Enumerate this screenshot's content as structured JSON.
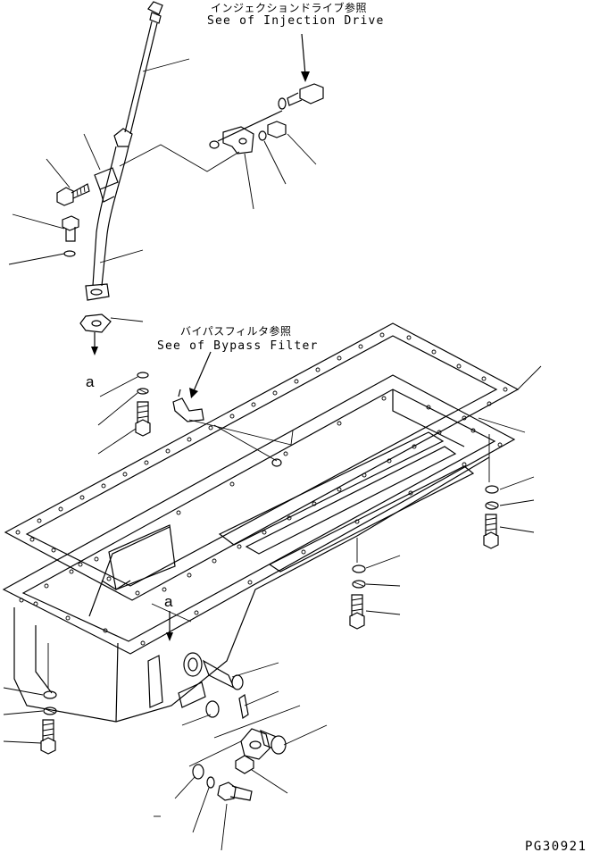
{
  "references": {
    "injection_drive": {
      "jp": "インジェクションドライブ参照",
      "en": "See of Injection Drive"
    },
    "bypass_filter": {
      "jp": "バイパスフィルタ参照",
      "en": "See of Bypass Filter"
    }
  },
  "markers": {
    "a_top": "a",
    "a_pan": "a"
  },
  "drawing_code": "PG30921"
}
